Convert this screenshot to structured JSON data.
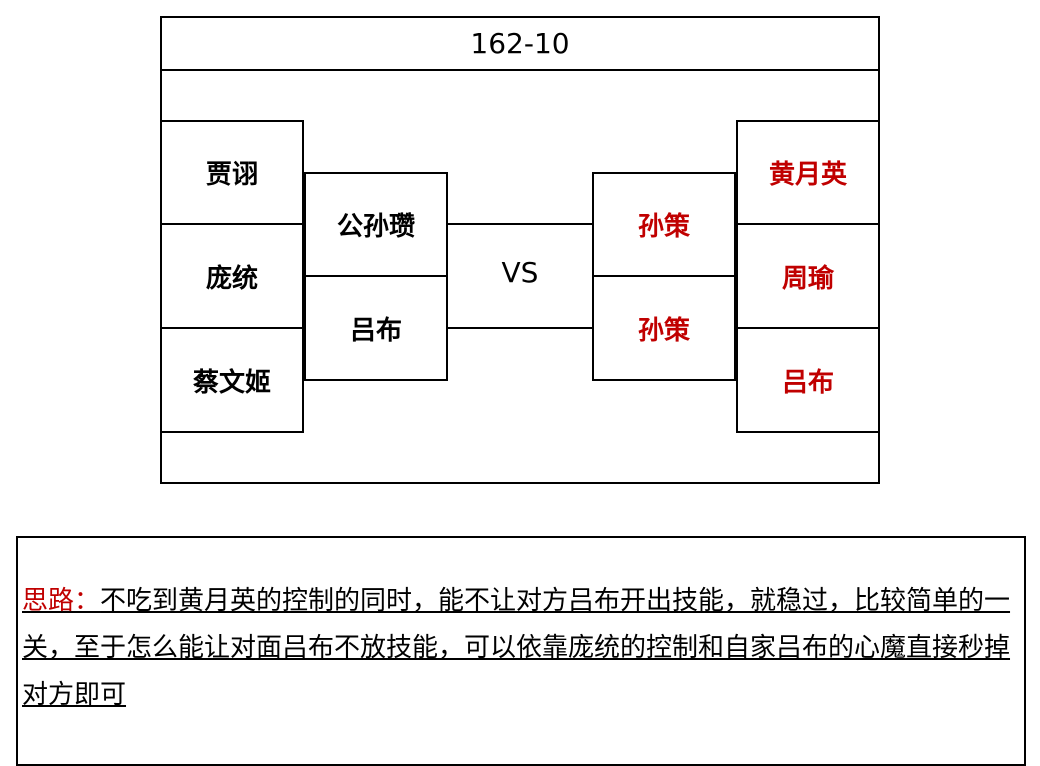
{
  "header": {
    "title": "162-10"
  },
  "left": {
    "col1": [
      "贾诩",
      "庞统",
      "蔡文姬"
    ],
    "col2": [
      "公孙瓒",
      "吕布"
    ]
  },
  "vs_label": "VS",
  "right": {
    "col1": [
      "孙策",
      "孙策"
    ],
    "col2": [
      "黄月英",
      "周瑜",
      "吕布"
    ]
  },
  "colors": {
    "enemy_text": "#c00000",
    "border": "#000000"
  },
  "note": {
    "label": "思路：",
    "text": "不吃到黄月英的控制的同时，能不让对方吕布开出技能，就稳过，比较简单的一关，至于怎么能让对面吕布不放技能，可以依靠庞统的控制和自家吕布的心魔直接秒掉对方即可"
  }
}
